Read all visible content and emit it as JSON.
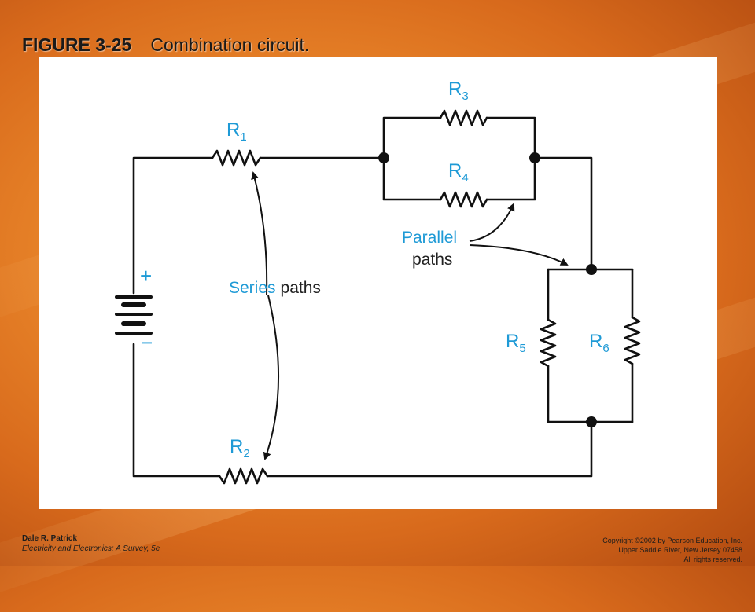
{
  "slide": {
    "figure_number": "FIGURE 3-25",
    "figure_caption": "Combination circuit."
  },
  "diagram": {
    "r1": {
      "letter": "R",
      "sub": "1"
    },
    "r2": {
      "letter": "R",
      "sub": "2"
    },
    "r3": {
      "letter": "R",
      "sub": "3"
    },
    "r4": {
      "letter": "R",
      "sub": "4"
    },
    "r5": {
      "letter": "R",
      "sub": "5"
    },
    "r6": {
      "letter": "R",
      "sub": "6"
    },
    "plus": "+",
    "minus": "−",
    "series_word": "Series",
    "series_paths": "paths",
    "parallel_word": "Parallel",
    "parallel_paths": "paths"
  },
  "footer": {
    "author": "Dale R. Patrick",
    "book": "Electricity and Electronics: A Survey, 5e",
    "copyright": "Copyright ©2002 by Pearson Education, Inc.",
    "address": "Upper Saddle River, New Jersey 07458",
    "rights": "All rights reserved."
  },
  "colors": {
    "label_blue": "#1e9ad6",
    "wire": "#111111",
    "background_orange": "#e9862a"
  }
}
